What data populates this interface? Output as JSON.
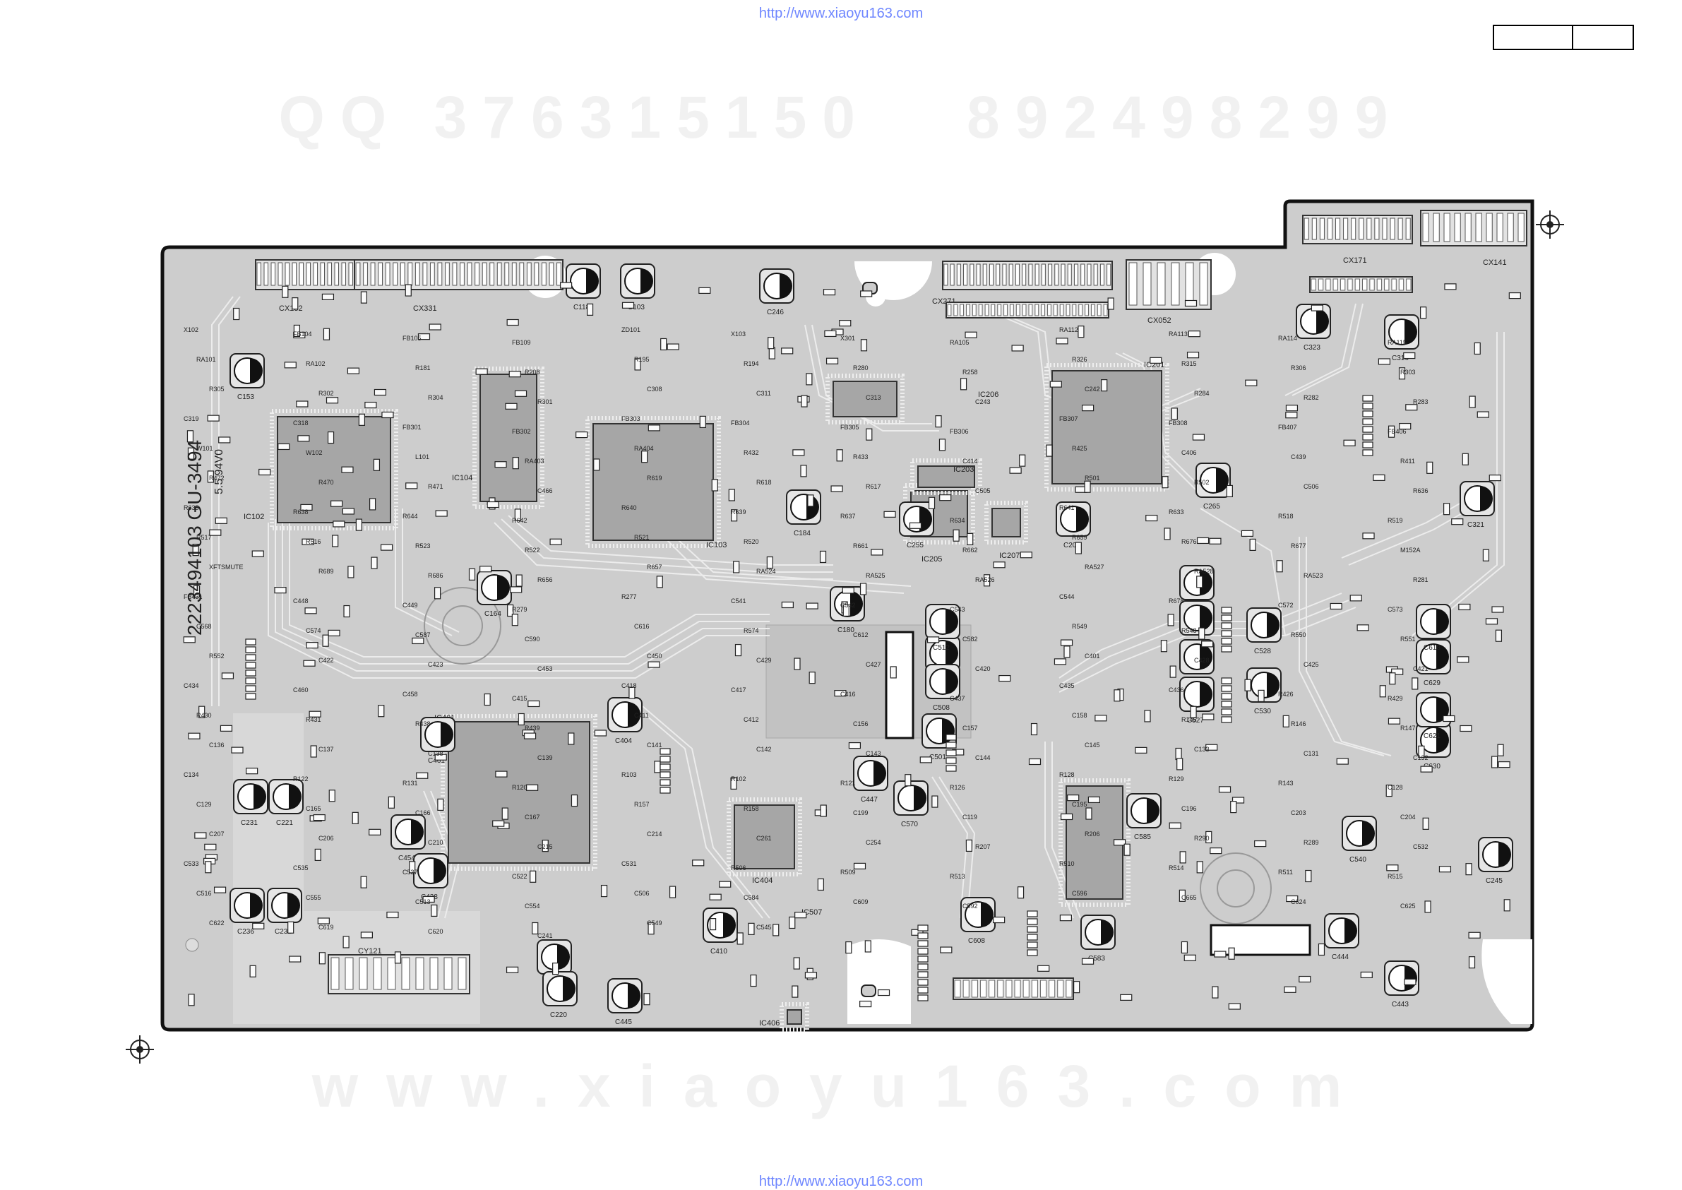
{
  "header": {
    "url": "http://www.xiaoyu163.com"
  },
  "footer": {
    "url": "http://www.xiaoyu163.com"
  },
  "watermarks": {
    "top": "QQ 376315150   892498299",
    "bottom": "www.xiaoyu163.com"
  },
  "board": {
    "part_number": "2223494103 GU-3494",
    "date_code": "5.5 94V0",
    "colors": {
      "board": "#c8c8c8",
      "outline": "#111111",
      "trace": "#e8e8e8",
      "ic": "#9a9a9a"
    },
    "ics": [
      {
        "label": "IC102"
      },
      {
        "label": "IC104"
      },
      {
        "label": "IC103"
      },
      {
        "label": "IC205"
      },
      {
        "label": "IC206"
      },
      {
        "label": "IC201"
      },
      {
        "label": "IC207"
      },
      {
        "label": "IC203"
      },
      {
        "label": "IC404"
      },
      {
        "label": "IC406"
      },
      {
        "label": "IC507"
      },
      {
        "label": "IC401"
      }
    ],
    "connectors": [
      {
        "label": "CX132"
      },
      {
        "label": "CX331"
      },
      {
        "label": "CX271"
      },
      {
        "label": "CX052"
      },
      {
        "label": "CX171"
      },
      {
        "label": "CX141"
      },
      {
        "label": "CY121"
      }
    ],
    "capacitors": [
      {
        "label": "C118"
      },
      {
        "label": "C103"
      },
      {
        "label": "C246"
      },
      {
        "label": "C153"
      },
      {
        "label": "C184"
      },
      {
        "label": "C255"
      },
      {
        "label": "C202"
      },
      {
        "label": "C265"
      },
      {
        "label": "C323"
      },
      {
        "label": "C316"
      },
      {
        "label": "C321"
      },
      {
        "label": "C164"
      },
      {
        "label": "C180"
      },
      {
        "label": "C461"
      },
      {
        "label": "C404"
      },
      {
        "label": "C231"
      },
      {
        "label": "C221"
      },
      {
        "label": "C454"
      },
      {
        "label": "C438"
      },
      {
        "label": "C236"
      },
      {
        "label": "C232"
      },
      {
        "label": "C230"
      },
      {
        "label": "C220"
      },
      {
        "label": "C445"
      },
      {
        "label": "C410"
      },
      {
        "label": "C447"
      },
      {
        "label": "C570"
      },
      {
        "label": "C528"
      },
      {
        "label": "C530"
      },
      {
        "label": "C629"
      },
      {
        "label": "C618"
      },
      {
        "label": "C630"
      },
      {
        "label": "C621"
      },
      {
        "label": "C245"
      },
      {
        "label": "C443"
      },
      {
        "label": "C444"
      },
      {
        "label": "C540"
      },
      {
        "label": "C560"
      },
      {
        "label": "C565"
      },
      {
        "label": "C567"
      },
      {
        "label": "C527"
      },
      {
        "label": "C509"
      },
      {
        "label": "C508"
      },
      {
        "label": "C501"
      },
      {
        "label": "C512"
      },
      {
        "label": "C585"
      },
      {
        "label": "C608"
      },
      {
        "label": "C583"
      }
    ],
    "labels": [
      {
        "text": "X102"
      },
      {
        "text": "FB104"
      },
      {
        "text": "FB105"
      },
      {
        "text": "FB109"
      },
      {
        "text": "ZD101"
      },
      {
        "text": "X103"
      },
      {
        "text": "X301"
      },
      {
        "text": "RA105"
      },
      {
        "text": "RA112"
      },
      {
        "text": "RA113"
      },
      {
        "text": "RA114"
      },
      {
        "text": "RA115"
      },
      {
        "text": "RA101"
      },
      {
        "text": "RA102"
      },
      {
        "text": "R181"
      },
      {
        "text": "R208"
      },
      {
        "text": "R195"
      },
      {
        "text": "R194"
      },
      {
        "text": "R280"
      },
      {
        "text": "R258"
      },
      {
        "text": "R326"
      },
      {
        "text": "R315"
      },
      {
        "text": "R306"
      },
      {
        "text": "R303"
      },
      {
        "text": "R305"
      },
      {
        "text": "R302"
      },
      {
        "text": "R304"
      },
      {
        "text": "R301"
      },
      {
        "text": "C308"
      },
      {
        "text": "C311"
      },
      {
        "text": "C313"
      },
      {
        "text": "C243"
      },
      {
        "text": "C242"
      },
      {
        "text": "R284"
      },
      {
        "text": "R282"
      },
      {
        "text": "R283"
      },
      {
        "text": "C319"
      },
      {
        "text": "C318"
      },
      {
        "text": "FB301"
      },
      {
        "text": "FB302"
      },
      {
        "text": "FB303"
      },
      {
        "text": "FB304"
      },
      {
        "text": "FB305"
      },
      {
        "text": "FB306"
      },
      {
        "text": "FB307"
      },
      {
        "text": "FB308"
      },
      {
        "text": "FB407"
      },
      {
        "text": "FB406"
      },
      {
        "text": "W101"
      },
      {
        "text": "W102"
      },
      {
        "text": "L101"
      },
      {
        "text": "RA403"
      },
      {
        "text": "RA404"
      },
      {
        "text": "R432"
      },
      {
        "text": "R433"
      },
      {
        "text": "C414"
      },
      {
        "text": "R425"
      },
      {
        "text": "C406"
      },
      {
        "text": "C439"
      },
      {
        "text": "R411"
      },
      {
        "text": "R472"
      },
      {
        "text": "R470"
      },
      {
        "text": "R471"
      },
      {
        "text": "C466"
      },
      {
        "text": "R619"
      },
      {
        "text": "R618"
      },
      {
        "text": "R617"
      },
      {
        "text": "C505"
      },
      {
        "text": "R501"
      },
      {
        "text": "R502"
      },
      {
        "text": "C506"
      },
      {
        "text": "R636"
      },
      {
        "text": "R635"
      },
      {
        "text": "R638"
      },
      {
        "text": "R644"
      },
      {
        "text": "R642"
      },
      {
        "text": "R640"
      },
      {
        "text": "R639"
      },
      {
        "text": "R637"
      },
      {
        "text": "R634"
      },
      {
        "text": "R641"
      },
      {
        "text": "R633"
      },
      {
        "text": "R518"
      },
      {
        "text": "R519"
      },
      {
        "text": "R517"
      },
      {
        "text": "R516"
      },
      {
        "text": "R523"
      },
      {
        "text": "R522"
      },
      {
        "text": "R521"
      },
      {
        "text": "R520"
      },
      {
        "text": "R661"
      },
      {
        "text": "R662"
      },
      {
        "text": "R659"
      },
      {
        "text": "R676"
      },
      {
        "text": "R677"
      },
      {
        "text": "M152A"
      },
      {
        "text": "XFTSMUTE"
      },
      {
        "text": "R689"
      },
      {
        "text": "R686"
      },
      {
        "text": "R656"
      },
      {
        "text": "R657"
      },
      {
        "text": "RA524"
      },
      {
        "text": "RA525"
      },
      {
        "text": "RA526"
      },
      {
        "text": "RA527"
      },
      {
        "text": "RA528"
      },
      {
        "text": "RA523"
      },
      {
        "text": "R281"
      },
      {
        "text": "FB431"
      },
      {
        "text": "C448"
      },
      {
        "text": "C449"
      },
      {
        "text": "R279"
      },
      {
        "text": "R277"
      },
      {
        "text": "C541"
      },
      {
        "text": "C542"
      },
      {
        "text": "C543"
      },
      {
        "text": "C544"
      },
      {
        "text": "R678"
      },
      {
        "text": "C572"
      },
      {
        "text": "C573"
      },
      {
        "text": "C568"
      },
      {
        "text": "C574"
      },
      {
        "text": "C587"
      },
      {
        "text": "C590"
      },
      {
        "text": "C616"
      },
      {
        "text": "R574"
      },
      {
        "text": "C612"
      },
      {
        "text": "C582"
      },
      {
        "text": "R549"
      },
      {
        "text": "R548"
      },
      {
        "text": "R550"
      },
      {
        "text": "R551"
      },
      {
        "text": "R552"
      },
      {
        "text": "C422"
      },
      {
        "text": "C423"
      },
      {
        "text": "C453"
      },
      {
        "text": "C450"
      },
      {
        "text": "C429"
      },
      {
        "text": "C427"
      },
      {
        "text": "C420"
      },
      {
        "text": "C401"
      },
      {
        "text": "C428"
      },
      {
        "text": "C425"
      },
      {
        "text": "C421"
      },
      {
        "text": "C434"
      },
      {
        "text": "C460"
      },
      {
        "text": "C458"
      },
      {
        "text": "C415"
      },
      {
        "text": "C418"
      },
      {
        "text": "C417"
      },
      {
        "text": "C416"
      },
      {
        "text": "C437"
      },
      {
        "text": "C435"
      },
      {
        "text": "C436"
      },
      {
        "text": "R426"
      },
      {
        "text": "R429"
      },
      {
        "text": "R430"
      },
      {
        "text": "R431"
      },
      {
        "text": "R438"
      },
      {
        "text": "R439"
      },
      {
        "text": "C411"
      },
      {
        "text": "C412"
      },
      {
        "text": "C156"
      },
      {
        "text": "C157"
      },
      {
        "text": "C158"
      },
      {
        "text": "R145"
      },
      {
        "text": "R146"
      },
      {
        "text": "R147"
      },
      {
        "text": "C136"
      },
      {
        "text": "C137"
      },
      {
        "text": "C138"
      },
      {
        "text": "C139"
      },
      {
        "text": "C141"
      },
      {
        "text": "C142"
      },
      {
        "text": "C143"
      },
      {
        "text": "C144"
      },
      {
        "text": "C145"
      },
      {
        "text": "C133"
      },
      {
        "text": "C131"
      },
      {
        "text": "C132"
      },
      {
        "text": "C134"
      },
      {
        "text": "R122"
      },
      {
        "text": "R131"
      },
      {
        "text": "R120"
      },
      {
        "text": "R103"
      },
      {
        "text": "R102"
      },
      {
        "text": "R121"
      },
      {
        "text": "R126"
      },
      {
        "text": "R128"
      },
      {
        "text": "R129"
      },
      {
        "text": "R143"
      },
      {
        "text": "C128"
      },
      {
        "text": "C129"
      },
      {
        "text": "C165"
      },
      {
        "text": "C166"
      },
      {
        "text": "C167"
      },
      {
        "text": "R157"
      },
      {
        "text": "R158"
      },
      {
        "text": "C199"
      },
      {
        "text": "C119"
      },
      {
        "text": "C195"
      },
      {
        "text": "C196"
      },
      {
        "text": "C203"
      },
      {
        "text": "C204"
      },
      {
        "text": "C207"
      },
      {
        "text": "C206"
      },
      {
        "text": "C210"
      },
      {
        "text": "C215"
      },
      {
        "text": "C214"
      },
      {
        "text": "C261"
      },
      {
        "text": "C254"
      },
      {
        "text": "R207"
      },
      {
        "text": "R206"
      },
      {
        "text": "R290"
      },
      {
        "text": "R289"
      },
      {
        "text": "C532"
      },
      {
        "text": "C533"
      },
      {
        "text": "C535"
      },
      {
        "text": "C537"
      },
      {
        "text": "C522"
      },
      {
        "text": "C531"
      },
      {
        "text": "R506"
      },
      {
        "text": "R509"
      },
      {
        "text": "R513"
      },
      {
        "text": "R510"
      },
      {
        "text": "R514"
      },
      {
        "text": "R511"
      },
      {
        "text": "R515"
      },
      {
        "text": "C516"
      },
      {
        "text": "C555"
      },
      {
        "text": "C513"
      },
      {
        "text": "C554"
      },
      {
        "text": "C506"
      },
      {
        "text": "C584"
      },
      {
        "text": "C609"
      },
      {
        "text": "C592"
      },
      {
        "text": "C596"
      },
      {
        "text": "C665"
      },
      {
        "text": "C624"
      },
      {
        "text": "C625"
      },
      {
        "text": "C622"
      },
      {
        "text": "C619"
      },
      {
        "text": "C620"
      },
      {
        "text": "C241"
      },
      {
        "text": "C549"
      },
      {
        "text": "C545"
      }
    ]
  }
}
